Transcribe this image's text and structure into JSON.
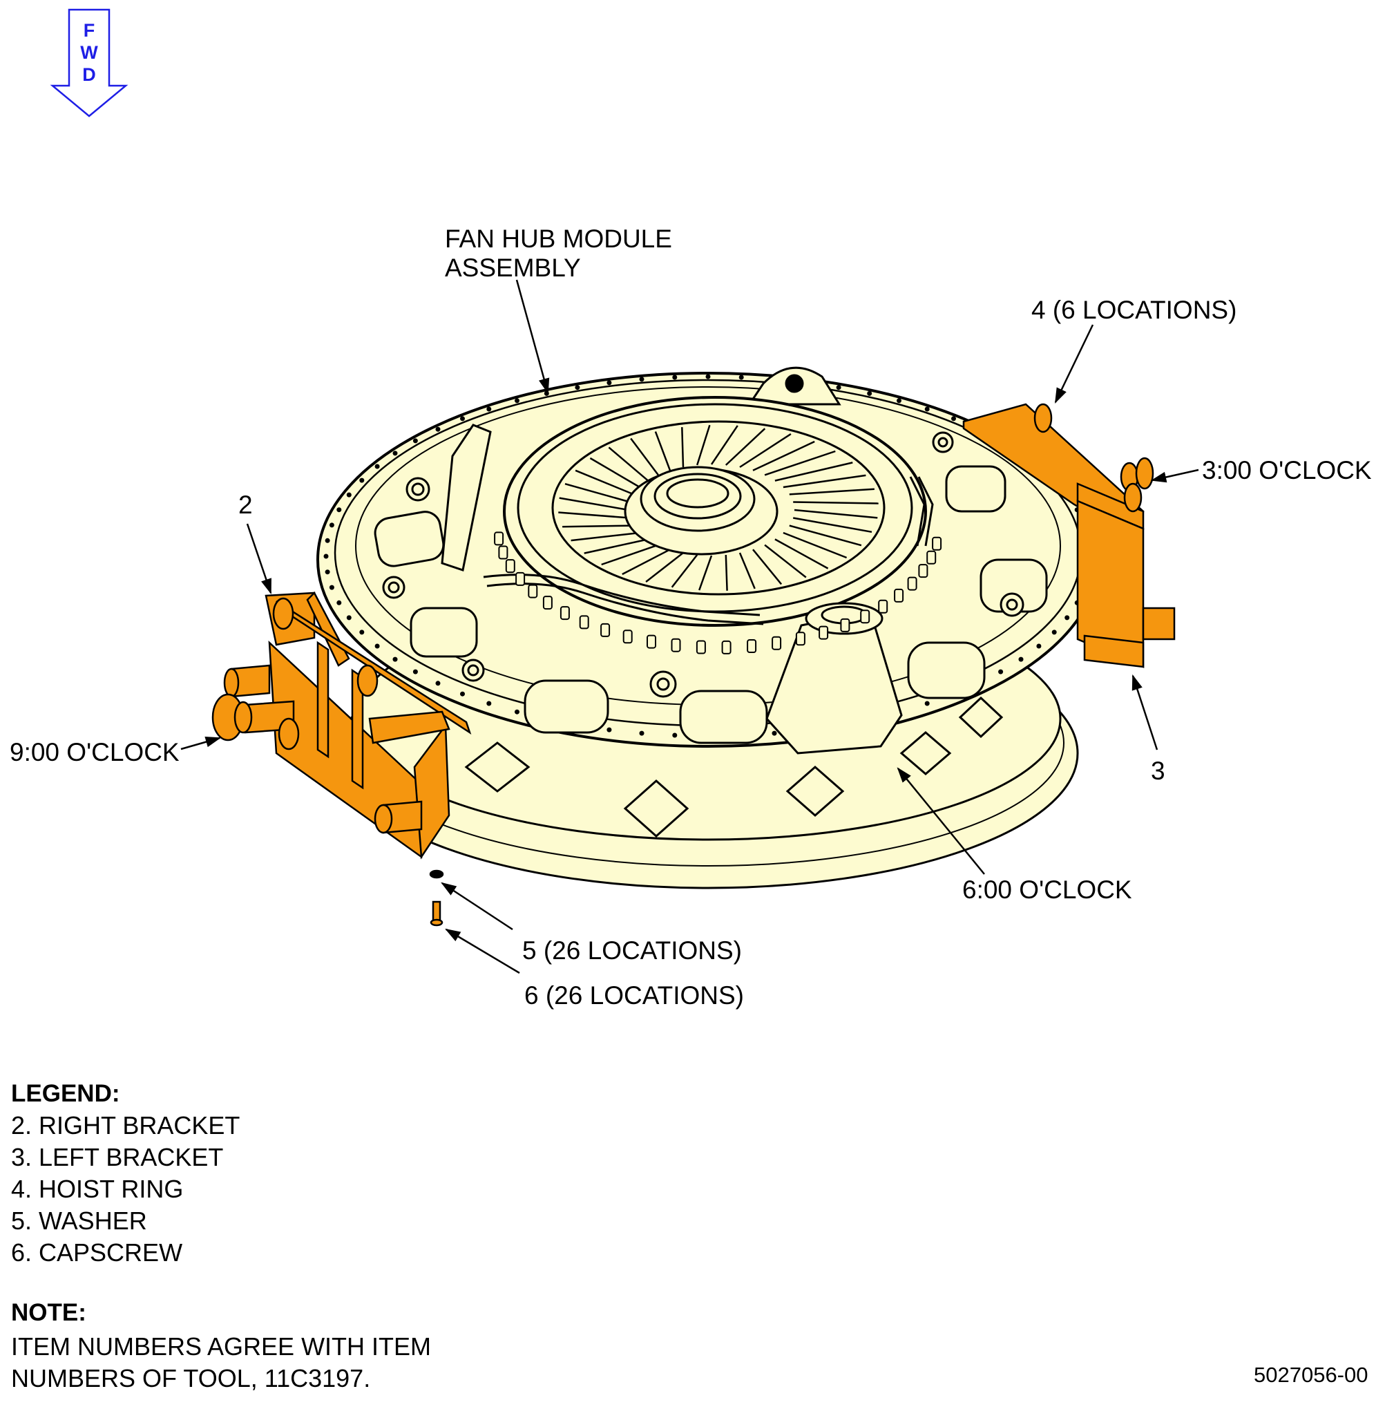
{
  "fwd_indicator": {
    "letters": [
      "F",
      "W",
      "D"
    ],
    "color": "#1e1ee6"
  },
  "callouts": {
    "fan_hub": [
      "FAN HUB MODULE",
      "ASSEMBLY"
    ],
    "item4": "4 (6 LOCATIONS)",
    "clock3": "3:00 O'CLOCK",
    "item2": "2",
    "clock9": "9:00 O'CLOCK",
    "item3": "3",
    "clock6": "6:00 O'CLOCK",
    "item5": "5 (26 LOCATIONS)",
    "item6": "6 (26 LOCATIONS)"
  },
  "legend": {
    "title": "LEGEND:",
    "items": [
      "2. RIGHT BRACKET",
      "3. LEFT BRACKET",
      "4. HOIST RING",
      "5. WASHER",
      "6. CAPSCREW"
    ]
  },
  "note": {
    "title": "NOTE:",
    "lines": [
      "ITEM NUMBERS AGREE WITH ITEM",
      "NUMBERS OF TOOL, 11C3197."
    ]
  },
  "figure_id": "5027056-00",
  "colors": {
    "assembly_fill": "#fdfbd0",
    "bracket_fill": "#f5960f",
    "line": "#000000",
    "fwd_arrow": "#1e1ee6"
  }
}
